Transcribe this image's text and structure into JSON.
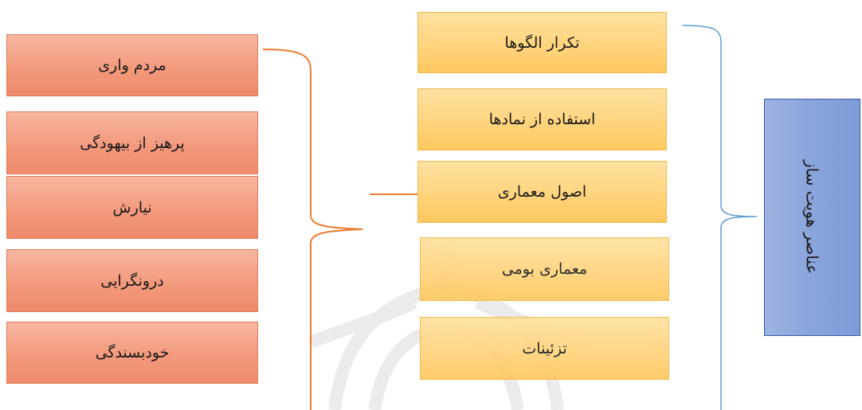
{
  "diagram": {
    "root": {
      "label": "عناصر هویت ساز"
    },
    "middle_items": [
      {
        "label": "تکرار الگوها"
      },
      {
        "label": "استفاده از نمادها"
      },
      {
        "label": "اصول معماری"
      },
      {
        "label": "معماری بومی"
      },
      {
        "label": "تزئینات"
      }
    ],
    "left_items": [
      {
        "label": "مردم واری"
      },
      {
        "label": "پرهیز از بیهودگی"
      },
      {
        "label": "نیارش"
      },
      {
        "label": "درونگرایی"
      },
      {
        "label": "خودبسندگی"
      }
    ],
    "colors": {
      "left_fill": "#f39a7d",
      "left_border": "#e07b57",
      "middle_fill": "#ffd47e",
      "middle_border": "#f2b84a",
      "root_fill": "#8aa4dc",
      "root_border": "#3a5bb0",
      "orange_connector": "#ed7d31",
      "blue_connector": "#5b9bd5"
    }
  }
}
